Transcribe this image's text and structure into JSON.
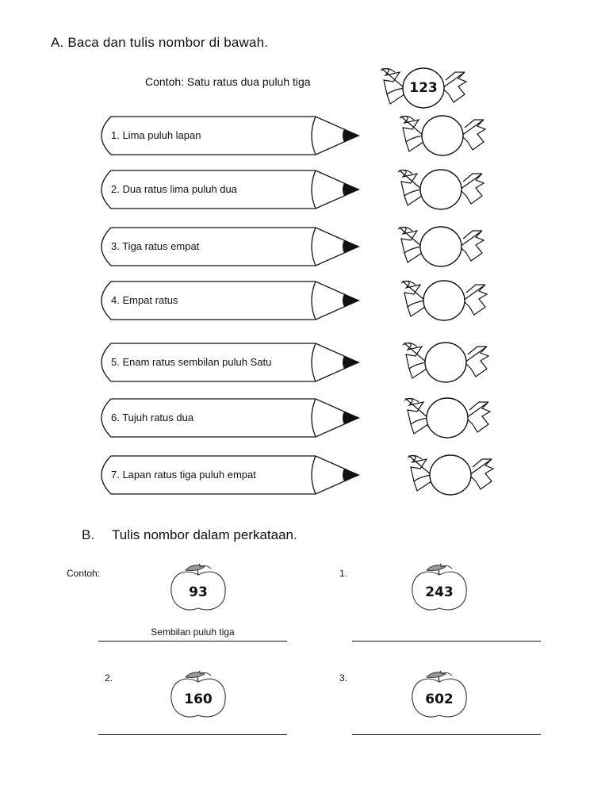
{
  "section_a": {
    "title": "A. Baca dan tulis nombor di bawah.",
    "example_text": "Contoh: Satu ratus dua puluh tiga",
    "example_value": "123",
    "items": [
      {
        "label": "1.  Lima puluh lapan",
        "answer": ""
      },
      {
        "label": "2.  Dua ratus lima puluh dua",
        "answer": ""
      },
      {
        "label": "3.  Tiga ratus empat",
        "answer": ""
      },
      {
        "label": "4.  Empat ratus",
        "answer": ""
      },
      {
        "label": "5.  Enam ratus sembilan puluh Satu",
        "answer": ""
      },
      {
        "label": "6.  Tujuh ratus dua",
        "answer": ""
      },
      {
        "label": "7.  Lapan ratus tiga puluh empat",
        "answer": ""
      }
    ]
  },
  "section_b": {
    "letter": "B.",
    "title": "Tulis nombor dalam perkataan.",
    "example_label": "Contoh:",
    "example_value": "93",
    "example_answer": "Sembilan puluh tiga",
    "items": [
      {
        "number": "1.",
        "value": "243"
      },
      {
        "number": "2.",
        "value": "160"
      },
      {
        "number": "3.",
        "value": "602"
      }
    ]
  }
}
